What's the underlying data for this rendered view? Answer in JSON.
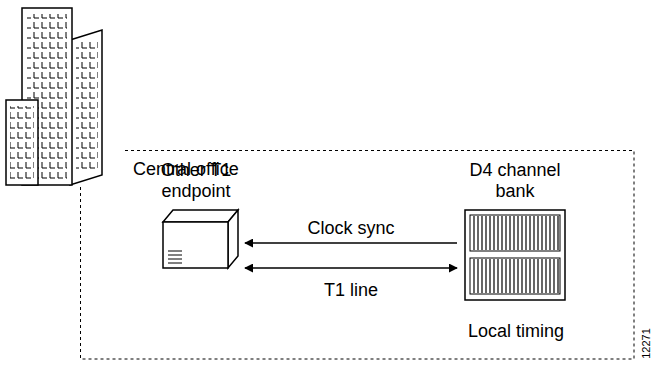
{
  "diagram": {
    "nodes": [
      {
        "text": [
          "Central office"
        ]
      },
      {
        "text": [
          "Other T1 endpoint"
        ],
        "in": 0
      },
      {
        "text": [
          "D4 channel bank"
        ],
        "in": 0
      }
    ],
    "edges": [
      {
        "from": 2,
        "to": 1,
        "label": "Clock sync",
        "arrow": "to"
      },
      {
        "from": 1,
        "to": 2,
        "label": "T1 line",
        "arrow": "both"
      }
    ],
    "labels": [
      "Local timing",
      "12271"
    ]
  }
}
